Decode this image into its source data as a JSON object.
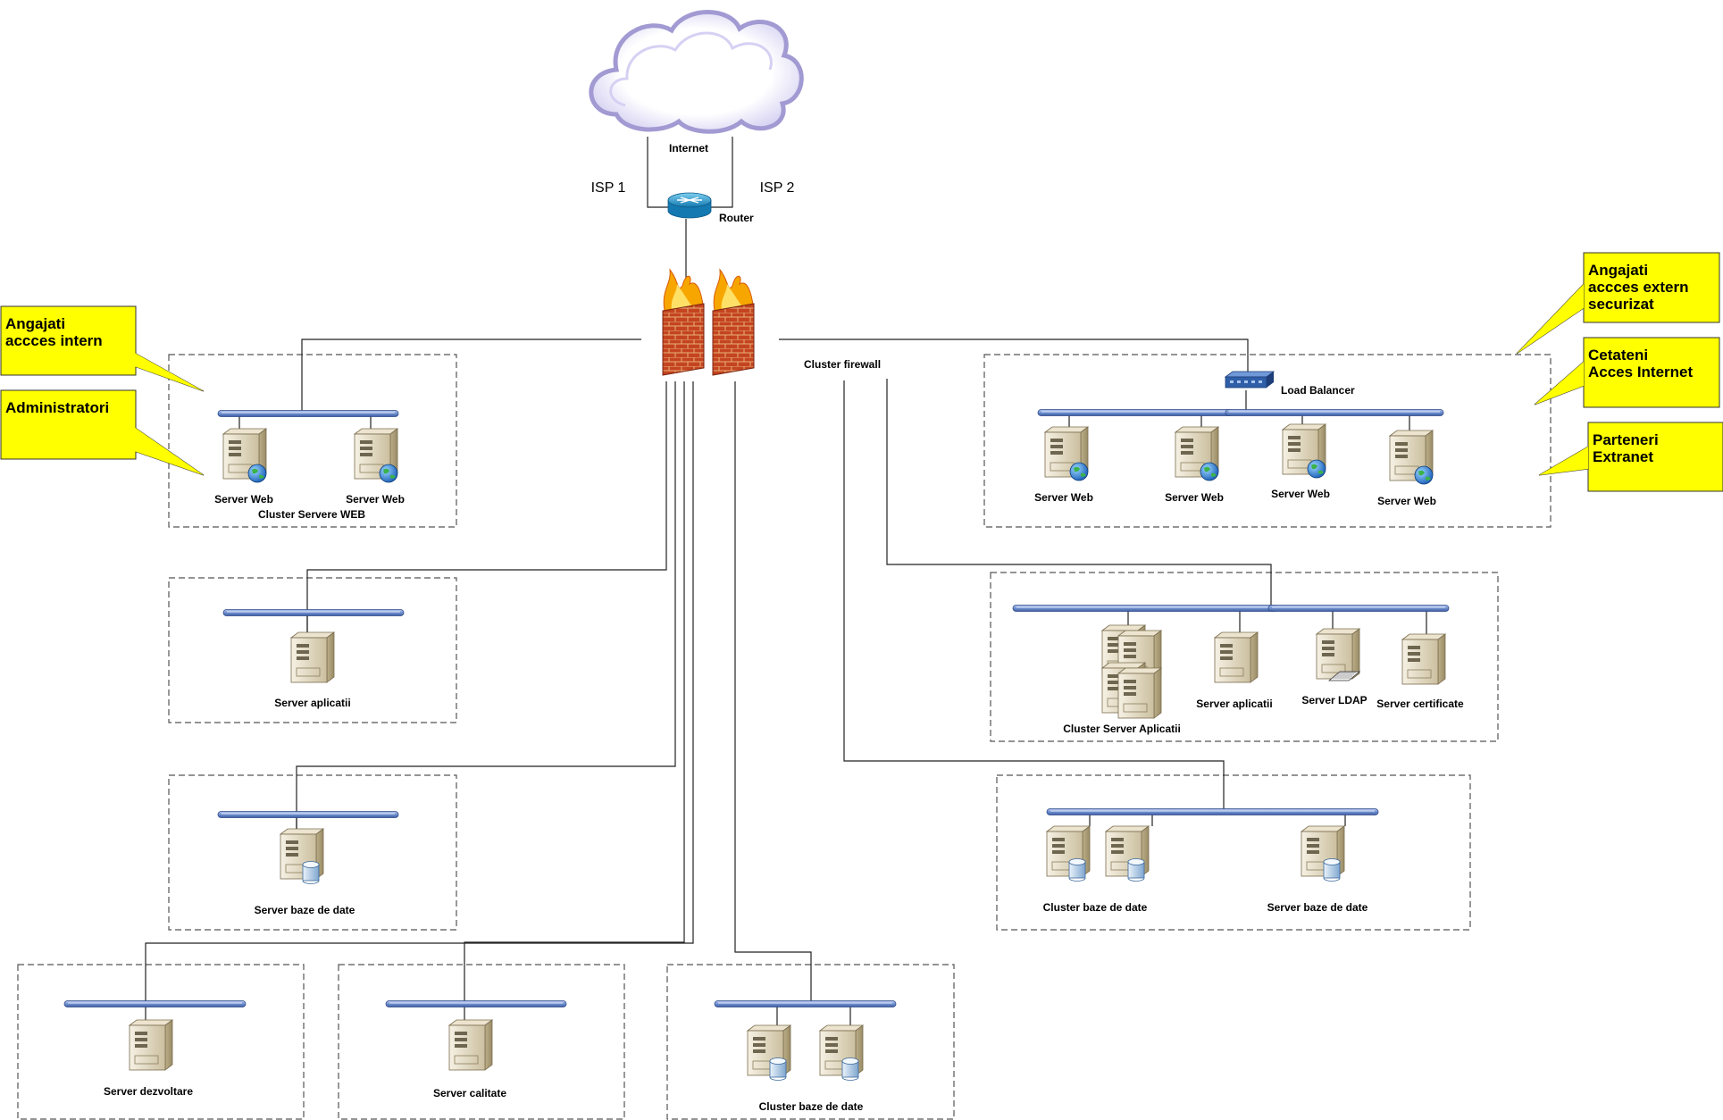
{
  "internet": {
    "label": "Internet"
  },
  "isp": {
    "left": "ISP 1",
    "right": "ISP 2"
  },
  "router": {
    "label": "Router"
  },
  "firewall": {
    "label": "Cluster firewall"
  },
  "callouts": [
    {
      "lines": [
        "Angajati",
        "accces intern"
      ]
    },
    {
      "lines": [
        "Administratori"
      ]
    },
    {
      "lines": [
        "Angajati",
        "accces extern",
        "securizat"
      ]
    },
    {
      "lines": [
        "Cetateni",
        "Acces Internet"
      ]
    },
    {
      "lines": [
        "Parteneri",
        "Extranet"
      ]
    }
  ],
  "clusters": {
    "web_internal": {
      "title": "Cluster Servere WEB",
      "servers": [
        {
          "label": "Server Web"
        },
        {
          "label": "Server Web"
        }
      ]
    },
    "app_internal": {
      "servers": [
        {
          "label": "Server aplicatii"
        }
      ]
    },
    "db_internal": {
      "servers": [
        {
          "label": "Server baze de date"
        }
      ]
    },
    "dev": {
      "servers": [
        {
          "label": "Server dezvoltare"
        }
      ]
    },
    "quality": {
      "servers": [
        {
          "label": "Server calitate"
        }
      ]
    },
    "db_cluster_bottom": {
      "label": "Cluster baze de date"
    },
    "web_external": {
      "load_balancer": "Load Balancer",
      "servers": [
        {
          "label": "Server Web"
        },
        {
          "label": "Server Web"
        },
        {
          "label": "Server Web"
        },
        {
          "label": "Server Web"
        }
      ]
    },
    "app_external": {
      "cluster_label": "Cluster Server Aplicatii",
      "servers": [
        {
          "label": "Server aplicatii"
        },
        {
          "label": "Server LDAP"
        },
        {
          "label": "Server certificate"
        }
      ]
    },
    "db_external": {
      "cluster_label": "Cluster baze de date",
      "server_label": "Server baze de date"
    }
  },
  "colors": {
    "callout_fill": "#ffff00",
    "bus": "#6f8fcf",
    "server_body": "#d9d0b8",
    "router": "#29a3d6",
    "load_balancer": "#2f5fa8",
    "brick": "#b83a1e",
    "flame": "#f28a00",
    "cloud_edge": "#9a92c8"
  }
}
